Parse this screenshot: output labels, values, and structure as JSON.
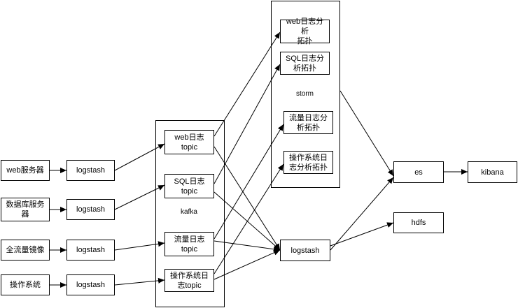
{
  "diagram": {
    "sources": {
      "web_server": "web服务器",
      "db_server": "数据库服务器",
      "traffic_mirror": "全流量镜像",
      "os": "操作系统"
    },
    "logstash_label": "logstash",
    "kafka": {
      "label": "kafka",
      "topics": {
        "web": "web日志\ntopic",
        "sql": "SQL日志\ntopic",
        "traffic": "流量日志\ntopic",
        "os": "操作系统日\n志topic"
      }
    },
    "storm": {
      "label": "storm",
      "jobs": {
        "web": "web日志分析\n拓扑",
        "sql": "SQL日志分\n析拓扑",
        "traffic": "流量日志分\n析拓扑",
        "os": "操作系统日\n志分析拓扑"
      }
    },
    "central_logstash": "logstash",
    "es": "es",
    "kibana": "kibana",
    "hdfs": "hdfs"
  }
}
